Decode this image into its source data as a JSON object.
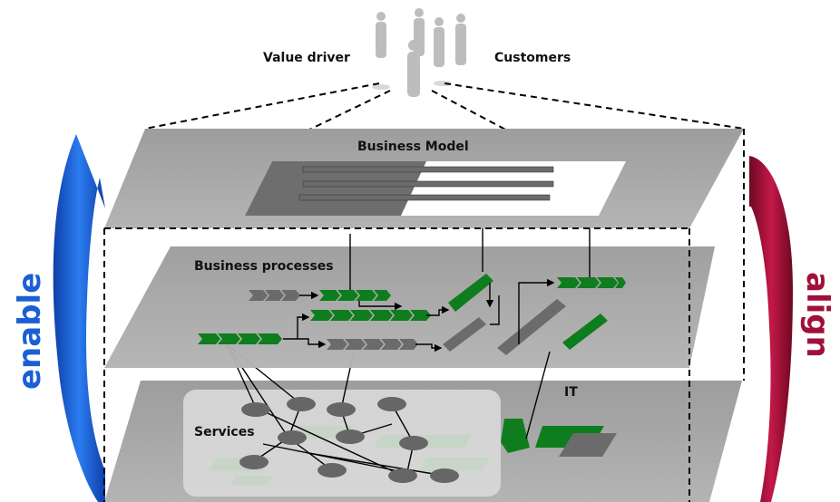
{
  "labels": {
    "value_driver": "Value driver",
    "customers": "Customers",
    "business_model": "Business Model",
    "business_processes": "Business processes",
    "services": "Services",
    "it": "IT"
  },
  "side_labels": {
    "left": "enable",
    "right": "align"
  },
  "colors": {
    "left_arrow": "#1a5fd6",
    "right_arrow": "#a0103a",
    "plane": "#a9a9a9",
    "process_green": "#0e7d1e",
    "process_gray": "#6b6b6b",
    "services_panel": "#d9d9d9",
    "service_node": "#666666"
  },
  "icons": [
    "people-group-icon"
  ]
}
